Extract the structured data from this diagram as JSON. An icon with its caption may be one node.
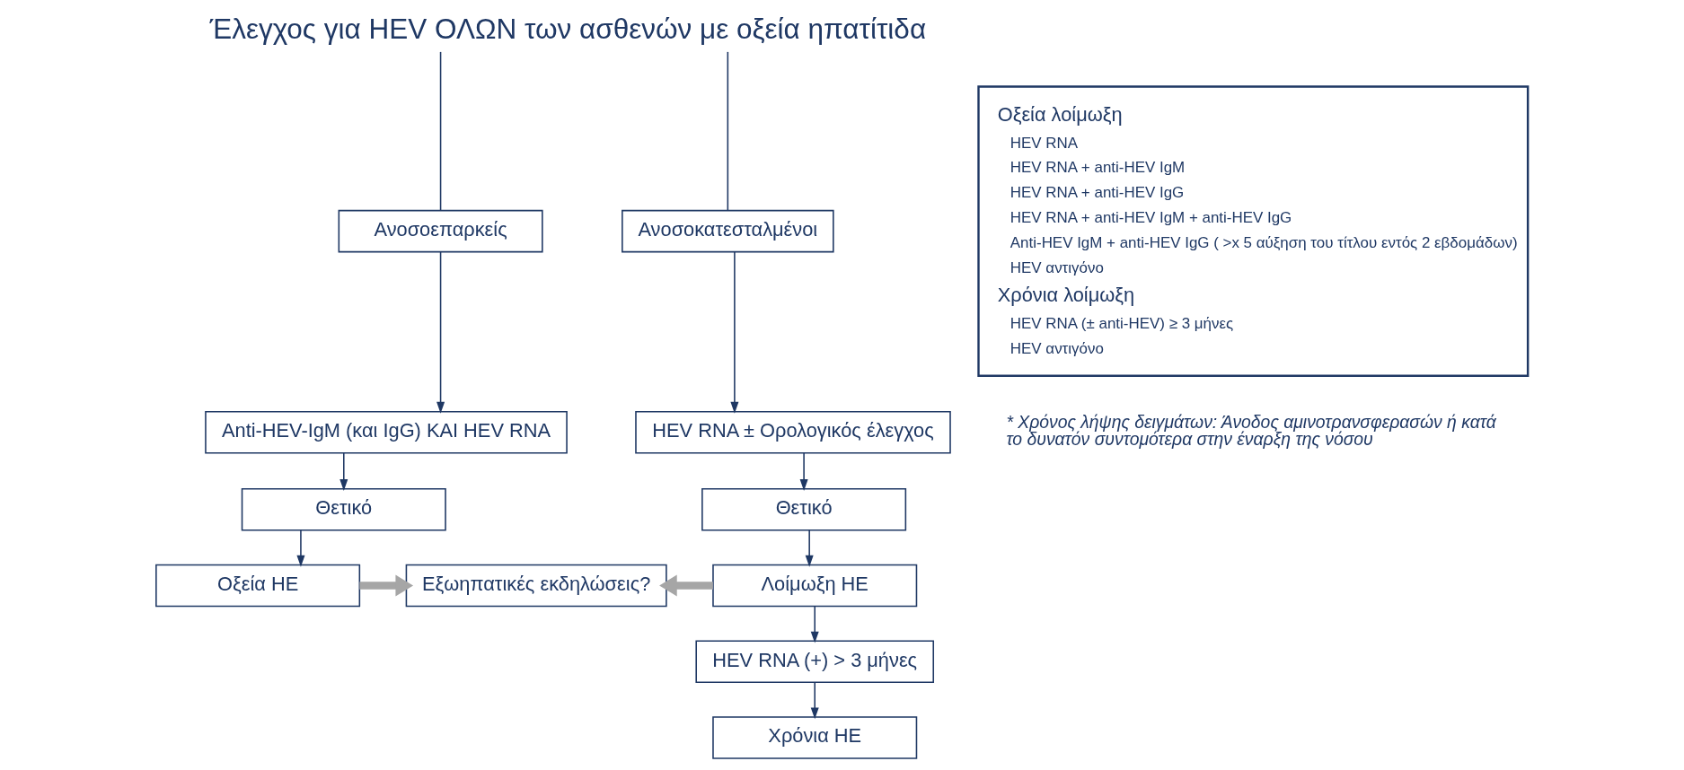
{
  "diagram": {
    "nodes": [
      {
        "text": [
          "Έλεγχος για HEV ΟΛΩΝ των ασθενών με οξεία ηπατίτιδα"
        ]
      },
      {
        "text": [
          "Ανοσοεπαρκείς"
        ]
      },
      {
        "text": [
          "Ανοσοκατεσταλμένοι"
        ]
      },
      {
        "text": [
          "Anti-HEV-IgM (και IgG) ΚΑΙ HEV RNA"
        ]
      },
      {
        "text": [
          "HEV RNA ± Ορολογικός έλεγχος"
        ]
      },
      {
        "text": [
          "Θετικό"
        ]
      },
      {
        "text": [
          "Θετικό"
        ]
      },
      {
        "text": [
          "Οξεία ΗΕ"
        ]
      },
      {
        "text": [
          "Εξωηπατικές εκδηλώσεις?"
        ]
      },
      {
        "text": [
          "Λοίμωξη ΗΕ"
        ]
      },
      {
        "text": [
          "HEV RNA (+) > 3 μήνες"
        ]
      },
      {
        "text": [
          "Χρόνια ΗΕ"
        ]
      },
      {
        "text": [
          "Οξεία λοίμωξη",
          "HEV RNA",
          "HEV RNA + anti-HEV IgM",
          "HEV RNA + anti-HEV IgG",
          "HEV RNA + anti-HEV IgM + anti-HEV IgG",
          "Anti-HEV IgM + anti-HEV IgG ( >x 5 αύξηση του τίτλου εντός 2 εβδομάδων)",
          "HEV αντιγόνο",
          "Χρόνια λοίμωξη",
          "HEV RNA (± anti-HEV) ≥ 3 μήνες",
          "HEV αντιγόνο"
        ]
      }
    ],
    "edges": [
      {
        "from": 0,
        "to": 1,
        "arrow": "none"
      },
      {
        "from": 0,
        "to": 2,
        "arrow": "none"
      },
      {
        "from": 1,
        "to": 3,
        "arrow": "to"
      },
      {
        "from": 3,
        "to": 5,
        "arrow": "to"
      },
      {
        "from": 5,
        "to": 7,
        "arrow": "to"
      },
      {
        "from": 7,
        "to": 8,
        "arrow": "to",
        "style": "thick",
        "color": "#a6a6a6"
      },
      {
        "from": 2,
        "to": 4,
        "arrow": "to"
      },
      {
        "from": 4,
        "to": 6,
        "arrow": "to"
      },
      {
        "from": 6,
        "to": 9,
        "arrow": "to"
      },
      {
        "from": 9,
        "to": 8,
        "arrow": "to",
        "style": "thick",
        "color": "#a6a6a6"
      },
      {
        "from": 9,
        "to": 10,
        "arrow": "to"
      },
      {
        "from": 10,
        "to": 11,
        "arrow": "to"
      }
    ],
    "labels": [
      "* Χρόνος λήψης δειγμάτων: Άνοδος αμινοτρανσφερασών ή κατά το δυνατόν συντομότερα στην έναρξη της νόσου"
    ]
  }
}
